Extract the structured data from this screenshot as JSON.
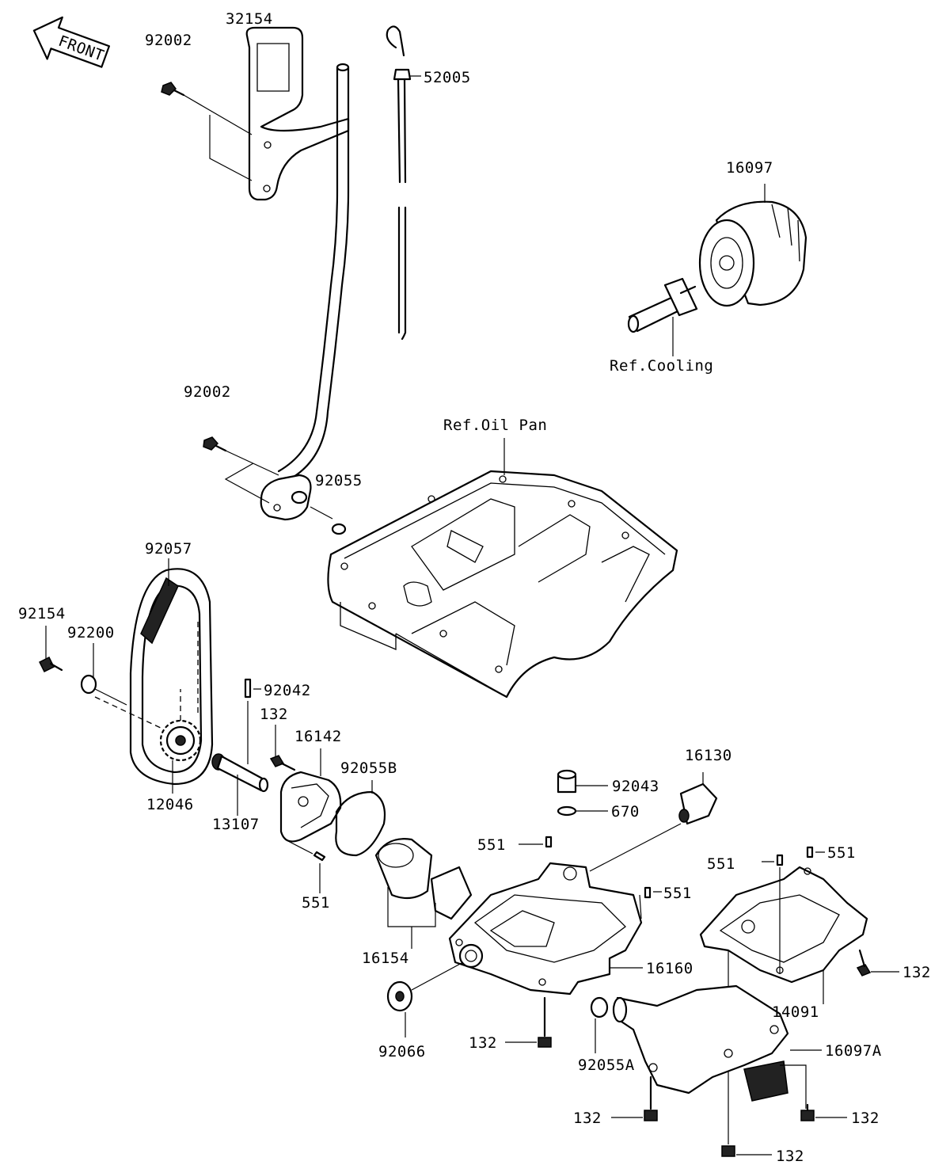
{
  "diagram": {
    "front_arrow_label": "FRONT",
    "reference_labels": {
      "cooling": "Ref.Cooling",
      "oil_pan": "Ref.Oil Pan"
    },
    "part_numbers": [
      "32154",
      "92002",
      "52005",
      "16097",
      "92002",
      "92055",
      "92057",
      "92154",
      "92200",
      "92042",
      "132",
      "16142",
      "16130",
      "92055B",
      "92043",
      "12046",
      "13107",
      "670",
      "551",
      "551",
      "551",
      "551",
      "551",
      "16154",
      "16160",
      "132",
      "14091",
      "92066",
      "132",
      "92055A",
      "16097A",
      "132",
      "132",
      "132"
    ]
  }
}
